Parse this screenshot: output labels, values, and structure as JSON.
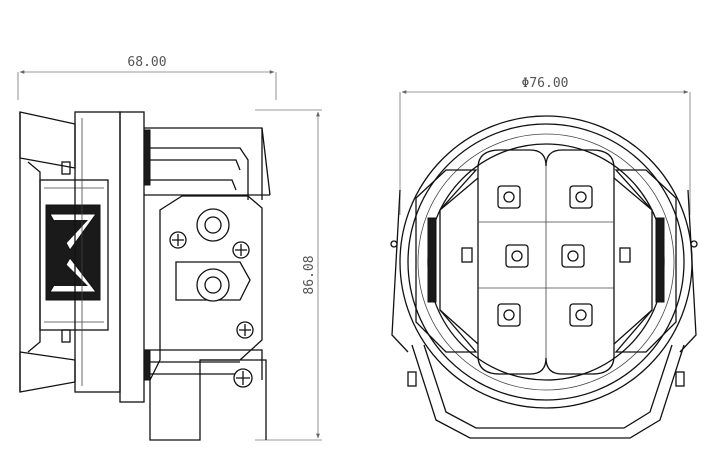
{
  "drawing": {
    "side_view": {
      "width_dimension": "68.00",
      "height_dimension": "86.08"
    },
    "front_view": {
      "diameter_dimension": "Φ76.00"
    }
  }
}
